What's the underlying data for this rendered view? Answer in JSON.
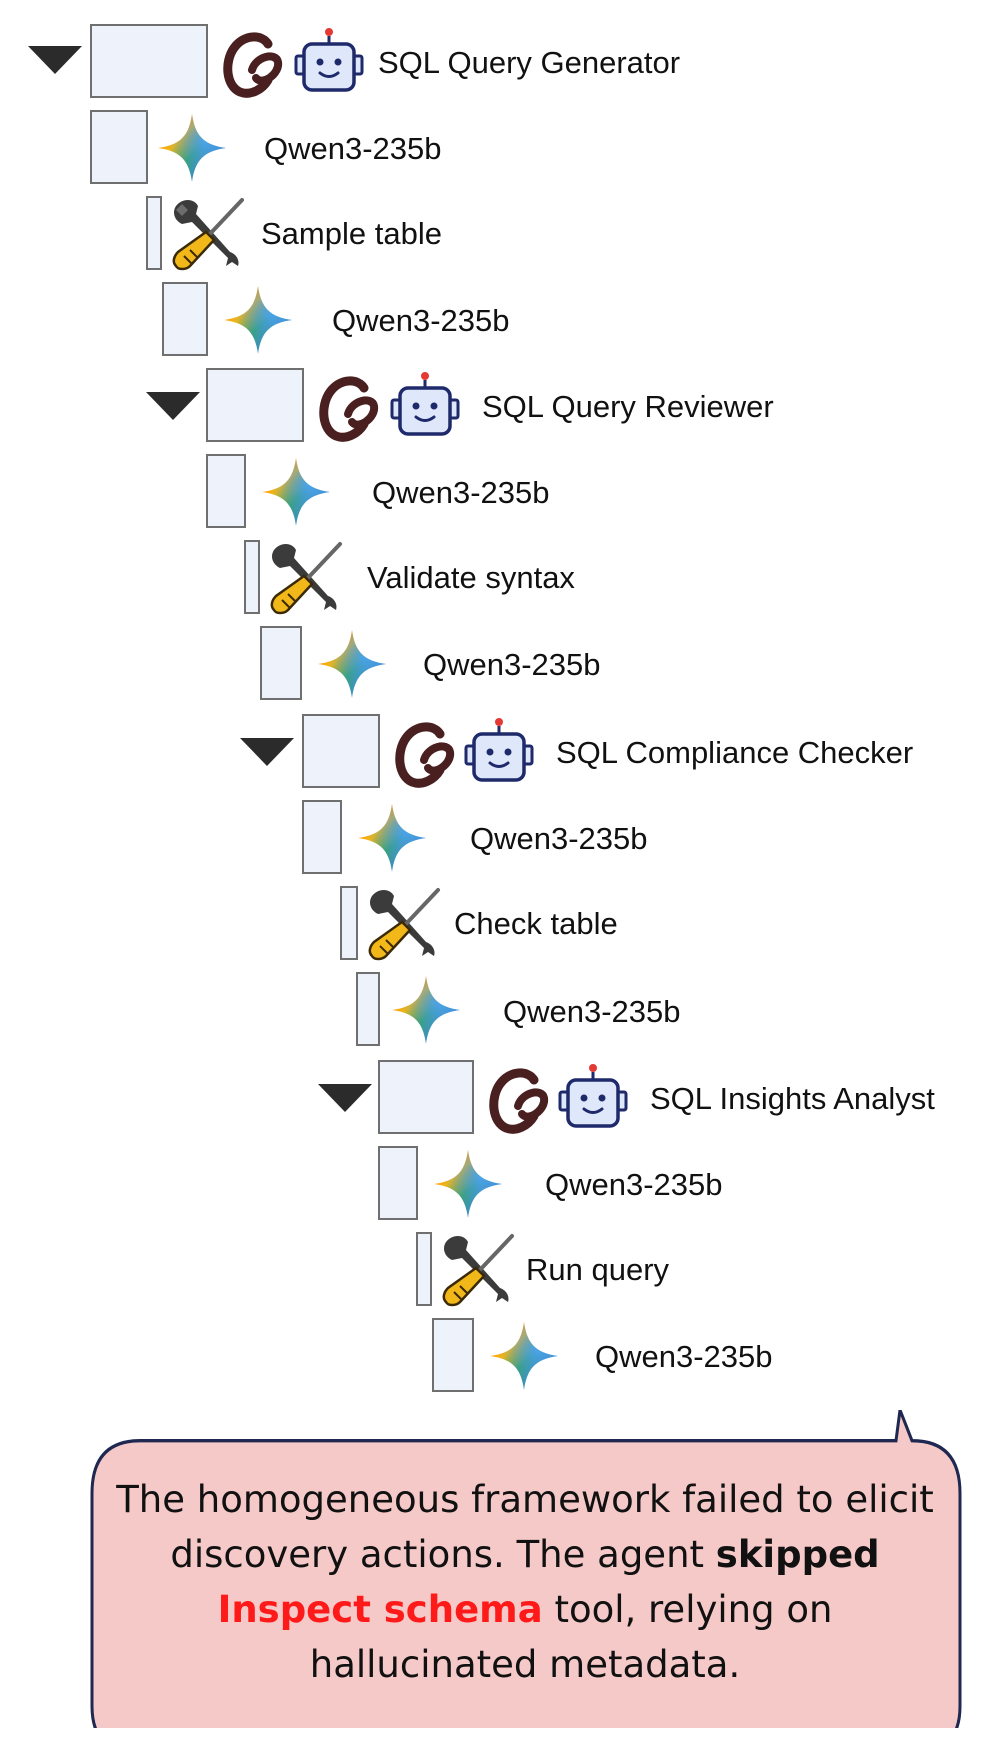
{
  "tree": {
    "rows": [
      {
        "label": "SQL Query Generator"
      },
      {
        "label": "Qwen3-235b"
      },
      {
        "label": "Sample table"
      },
      {
        "label": "Qwen3-235b"
      },
      {
        "label": "SQL Query Reviewer"
      },
      {
        "label": "Qwen3-235b"
      },
      {
        "label": "Validate syntax"
      },
      {
        "label": "Qwen3-235b"
      },
      {
        "label": "SQL Compliance Checker"
      },
      {
        "label": "Qwen3-235b"
      },
      {
        "label": "Check table"
      },
      {
        "label": "Qwen3-235b"
      },
      {
        "label": "SQL Insights Analyst"
      },
      {
        "label": "Qwen3-235b"
      },
      {
        "label": "Run query"
      },
      {
        "label": "Qwen3-235b"
      }
    ]
  },
  "callout": {
    "part1": "The homogeneous framework failed to elicit discovery actions. The agent ",
    "bold": "skipped",
    "red": "Inspect schema",
    "part2": " tool, relying on hallucinated metadata."
  }
}
